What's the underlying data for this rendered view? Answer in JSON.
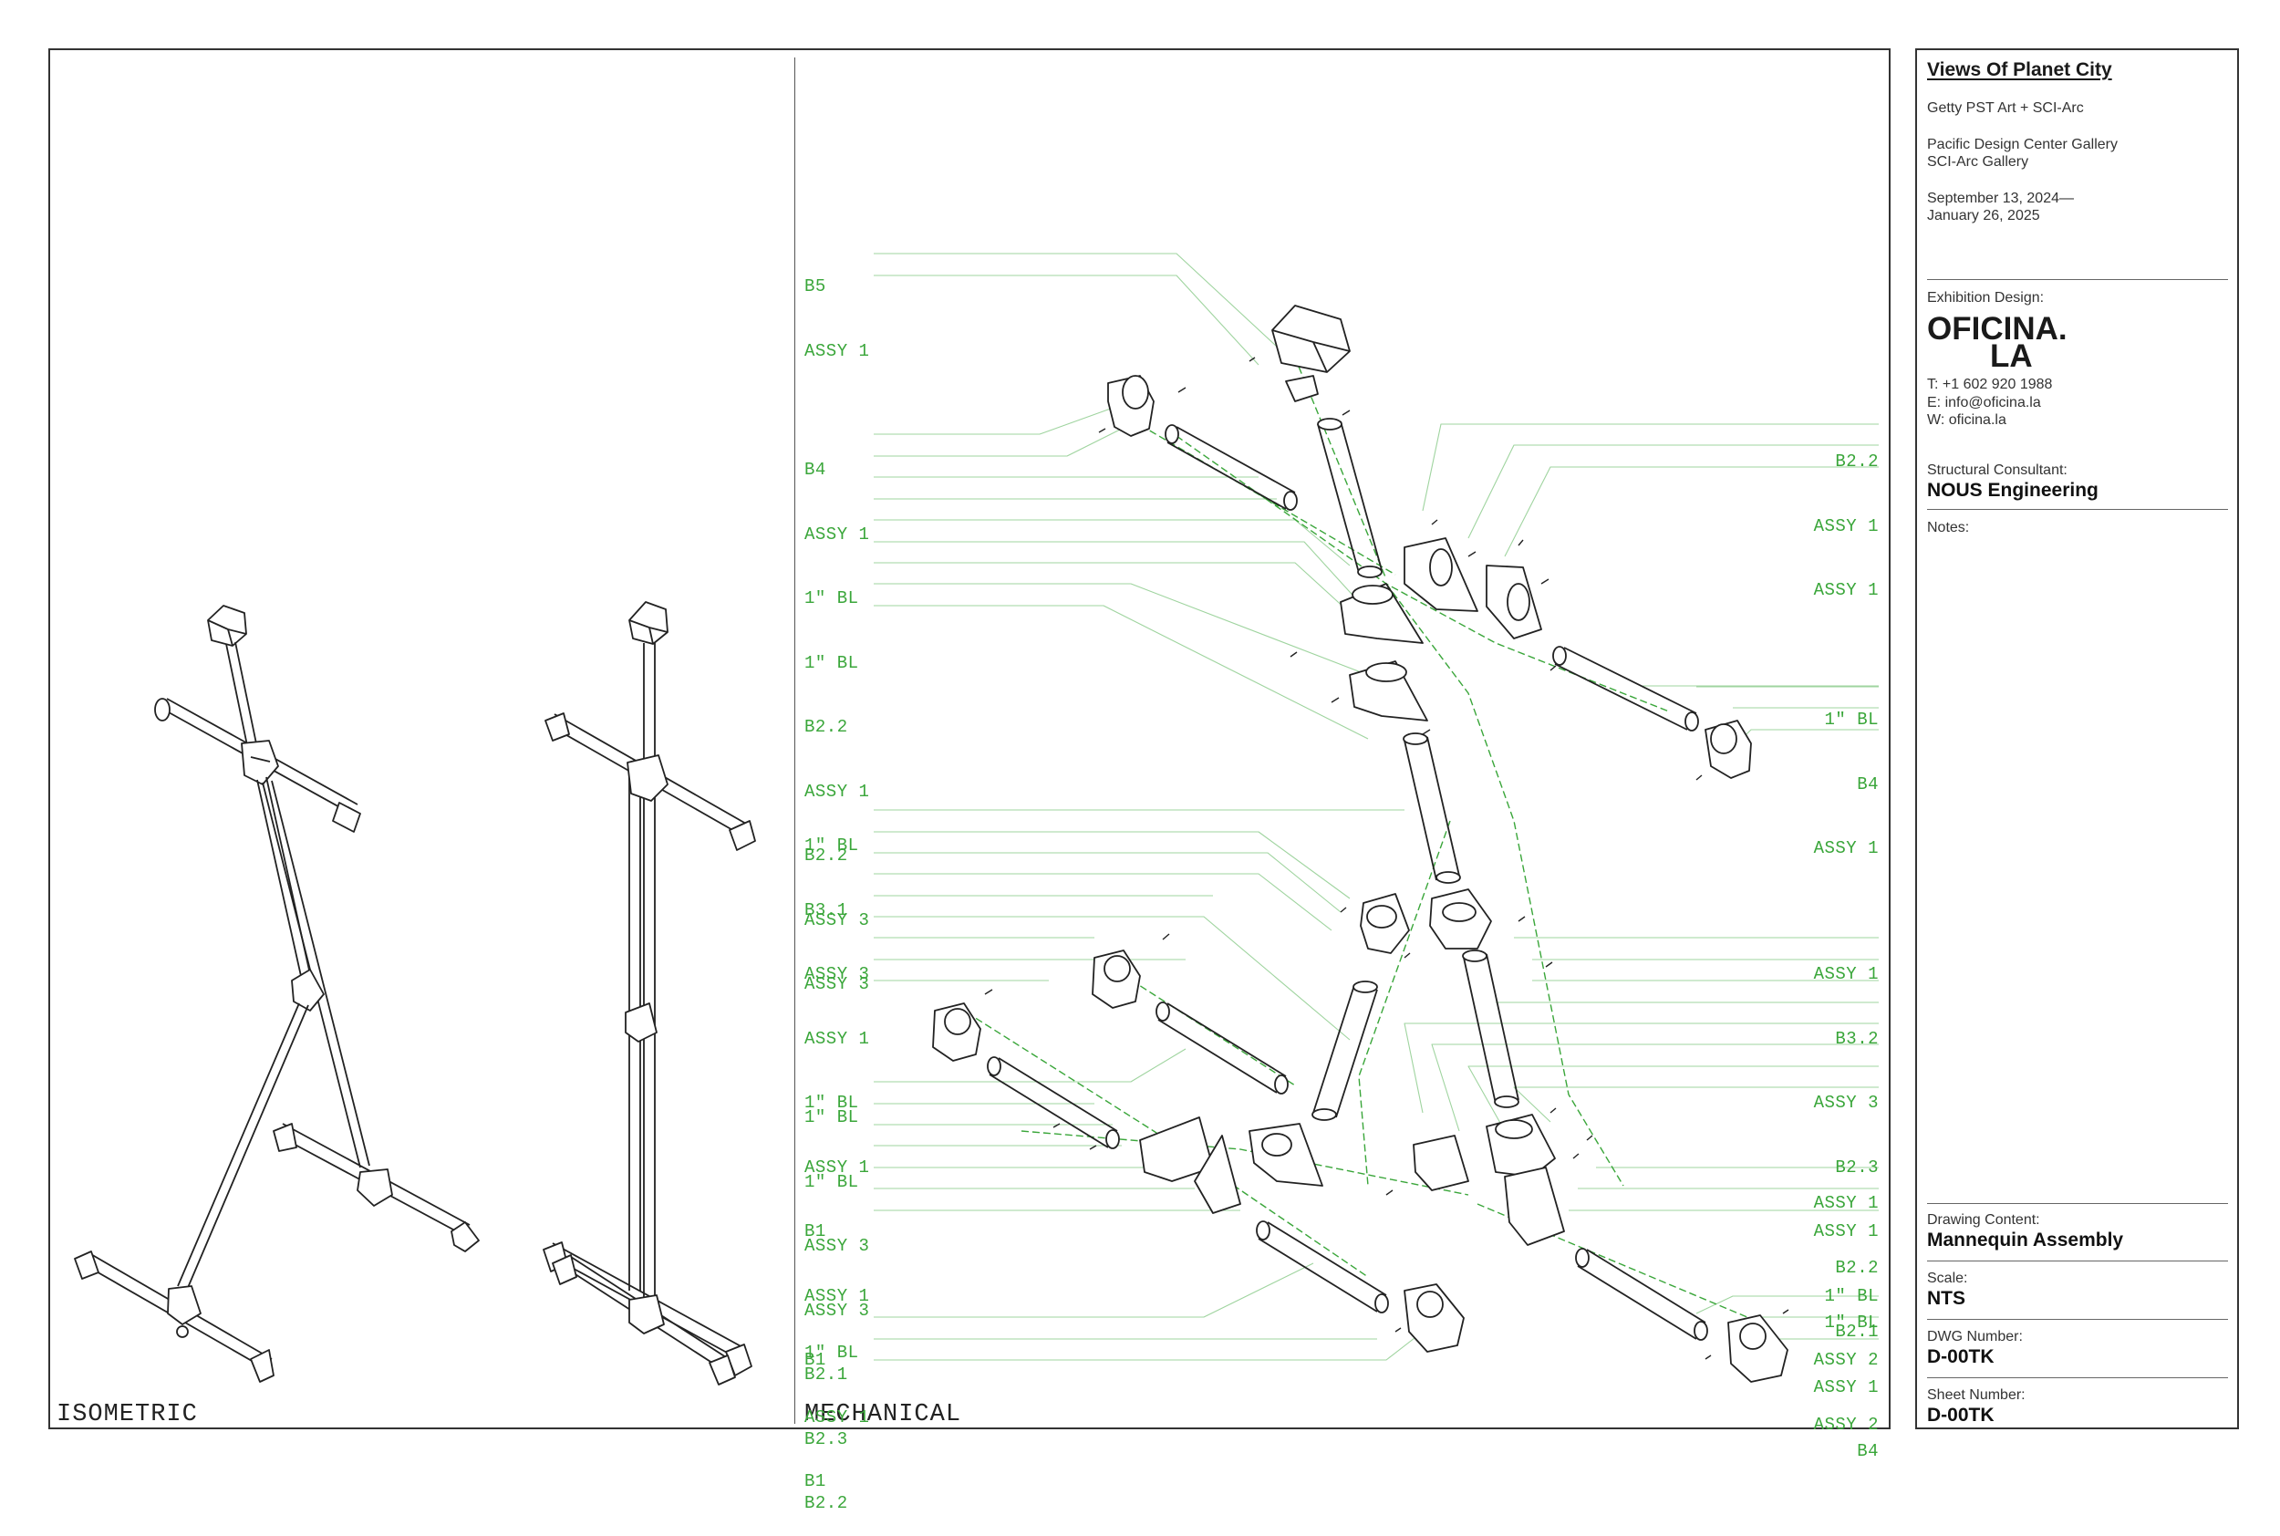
{
  "views": {
    "isometric": "ISOMETRIC",
    "mechanical": "MECHANICAL"
  },
  "colors": {
    "annotation": "#3aa63a",
    "line": "#222222",
    "leader": "#8ecb8e"
  },
  "labels": {
    "group_top_left": [
      "B5",
      "ASSY 1"
    ],
    "group_mid_left": [
      "B4",
      "ASSY 1",
      "1\" BL",
      "1\" BL",
      "B2.2",
      "ASSY 1",
      "B2.2",
      "ASSY 3",
      "ASSY 3"
    ],
    "group_top_right": [
      "B2.2",
      "ASSY 1",
      "ASSY 1"
    ],
    "group_mid_right": [
      "1\" BL",
      "B4",
      "ASSY 1"
    ],
    "group_lower_left": [
      "1\" BL",
      "B3.1",
      "ASSY 3",
      "ASSY 1",
      "1\" BL",
      "ASSY 1",
      "B1",
      "ASSY 1",
      "B1"
    ],
    "group_lower_left2": [
      "1\" BL",
      "1\" BL",
      "ASSY 3",
      "ASSY 3",
      "B2.1",
      "B2.3",
      "B2.2"
    ],
    "group_bottom_left": [
      "1\" BL",
      "ASSY 1",
      "B1"
    ],
    "group_lower_right": [
      "ASSY 1",
      "B3.2",
      "ASSY 3",
      "B2.3",
      "ASSY 1",
      "1\" BL",
      "ASSY 2",
      "ASSY 2"
    ],
    "group_lower_right2": [
      "ASSY 1",
      "B2.2",
      "B2.1"
    ],
    "group_bottom_right": [
      "1\" BL",
      "ASSY 1",
      "B4"
    ]
  },
  "title_block": {
    "project": "Views Of Planet City",
    "line1": "Getty PST Art + SCI-Arc",
    "venue1": "Pacific Design Center Gallery",
    "venue2": "SCI-Arc Gallery",
    "date1": "September 13, 2024—",
    "date2": "January 26, 2025",
    "design_label": "Exhibition Design:",
    "logo1": "OFICINA.",
    "logo2": "LA",
    "phone": "T: +1 602 920 1988",
    "email": "E: info@oficina.la",
    "web": "W: oficina.la",
    "consultant_label": "Structural Consultant:",
    "consultant": "NOUS Engineering",
    "notes_label": "Notes:",
    "content_label": "Drawing Content:",
    "content": "Mannequin Assembly",
    "scale_label": "Scale:",
    "scale": "NTS",
    "dwg_label": "DWG Number:",
    "dwg": "D-00TK",
    "sheet_label": "Sheet Number:",
    "sheet": "D-00TK"
  }
}
